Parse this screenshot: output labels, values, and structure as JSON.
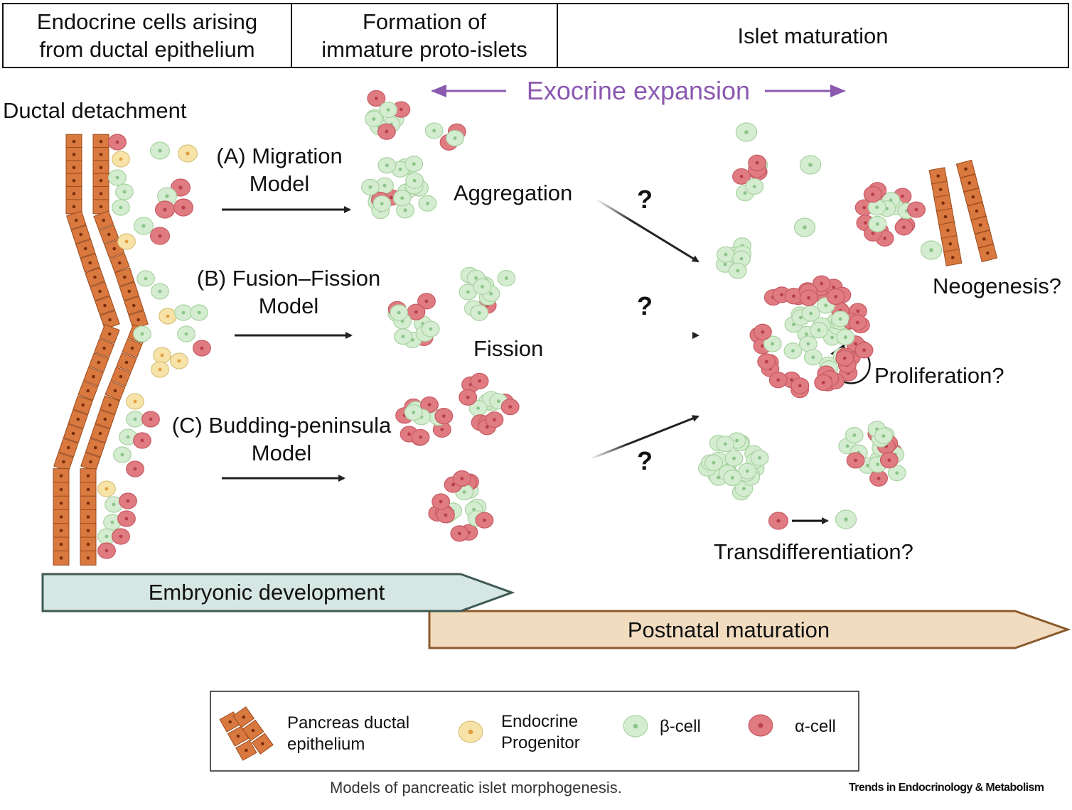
{
  "headers": [
    "Endocrine cells arising\nfrom ductal epithelium",
    "Formation of\nimmature proto-islets",
    "Islet maturation"
  ],
  "labels": {
    "ductal_detachment": "Ductal detachment",
    "exocrine_expansion": "Exocrine expansion",
    "migration_model": "(A) Migration\nModel",
    "fusion_fission_model": "(B) Fusion–Fission\nModel",
    "budding_model": "(C) Budding-peninsula\nModel",
    "aggregation": "Aggregation",
    "fission": "Fission",
    "q1": "?",
    "q2": "?",
    "q3": "?",
    "neogenesis": "Neogenesis?",
    "proliferation": "Proliferation?",
    "transdifferentiation": "Transdifferentiation?",
    "embryonic": "Embryonic development",
    "postnatal": "Postnatal maturation"
  },
  "legend": {
    "ductal": "Pancreas ductal\nepithelium",
    "progenitor": "Endocrine\nProgenitor",
    "beta": "β-cell",
    "alpha": "α-cell"
  },
  "caption": "Models of pancreatic islet morphogenesis.",
  "journal": "Trends in Endocrinology & Metabolism",
  "colors": {
    "beta": "#d4ecd0",
    "beta_stroke": "#a9d3a2",
    "alpha": "#e07b82",
    "alpha_stroke": "#c75a63",
    "progenitor": "#f7e3a8",
    "duct": "#d9793f",
    "duct_stroke": "#9a4a1c",
    "exocrine": "#8b59b0",
    "embryonic_fill": "#d6e6e3",
    "postnatal_fill": "#f2dcc0",
    "postnatal_stroke": "#8a5a2c"
  }
}
